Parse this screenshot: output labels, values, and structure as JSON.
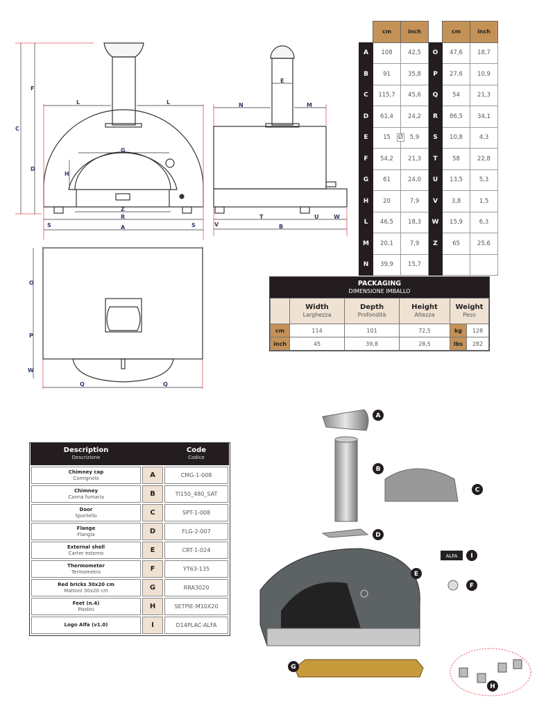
{
  "drawing_labels": {
    "front": [
      "F",
      "C",
      "D",
      "L",
      "L",
      "G",
      "H",
      "Z",
      "R",
      "S",
      "S",
      "A"
    ],
    "side": [
      "E",
      "N",
      "M",
      "T",
      "U",
      "W",
      "V",
      "B"
    ],
    "top": [
      "O",
      "P",
      "W",
      "Q",
      "Q"
    ]
  },
  "dimensions": {
    "headers": [
      "cm",
      "inch",
      "cm",
      "inch"
    ],
    "left": [
      [
        "A",
        "108",
        "42,5"
      ],
      [
        "B",
        "91",
        "35,8"
      ],
      [
        "C",
        "115,7",
        "45,6"
      ],
      [
        "D",
        "61,4",
        "24,2"
      ],
      [
        "E",
        "15",
        "5,9"
      ],
      [
        "F",
        "54,2",
        "21,3"
      ],
      [
        "G",
        "61",
        "24,0"
      ],
      [
        "H",
        "20",
        "7,9"
      ],
      [
        "L",
        "46,5",
        "18,3"
      ],
      [
        "M",
        "20,1",
        "7,9"
      ],
      [
        "N",
        "39,9",
        "15,7"
      ]
    ],
    "right": [
      [
        "O",
        "47,6",
        "18,7"
      ],
      [
        "P",
        "27,6",
        "10,9"
      ],
      [
        "Q",
        "54",
        "21,3"
      ],
      [
        "R",
        "86,5",
        "34,1"
      ],
      [
        "S",
        "10,8",
        "4,3"
      ],
      [
        "T",
        "58",
        "22,8"
      ],
      [
        "U",
        "13,5",
        "5,3"
      ],
      [
        "V",
        "3,8",
        "1,5"
      ],
      [
        "W",
        "15,9",
        "6,3"
      ],
      [
        "Z",
        "65",
        "25,6"
      ]
    ],
    "diameter_symbol": "Ø"
  },
  "packaging": {
    "title": "PACKAGING",
    "subtitle": "DIMENSIONE IMBALLO",
    "columns": [
      {
        "en": "Width",
        "it": "Larghezza"
      },
      {
        "en": "Depth",
        "it": "Profondità"
      },
      {
        "en": "Height",
        "it": "Altezza"
      },
      {
        "en": "Weight",
        "it": "Peso"
      }
    ],
    "rows": [
      {
        "unit": "cm",
        "values": [
          "114",
          "101",
          "72,5"
        ],
        "wunit": "kg",
        "weight": "128"
      },
      {
        "unit": "inch",
        "values": [
          "45",
          "39,8",
          "28,5"
        ],
        "wunit": "lbs",
        "weight": "282"
      }
    ]
  },
  "parts": {
    "header": {
      "desc": "Description",
      "desc_it": "Descrizione",
      "code": "Code",
      "code_it": "Codice"
    },
    "items": [
      {
        "en": "Chimney cap",
        "it": "Comignolo",
        "letter": "A",
        "code": "CMG-1-008"
      },
      {
        "en": "Chimney",
        "it": "Canna fumaria",
        "letter": "B",
        "code": "TI150_480_SAT"
      },
      {
        "en": "Door",
        "it": "Sportello",
        "letter": "C",
        "code": "SPT-1-008"
      },
      {
        "en": "Flange",
        "it": "Flangia",
        "letter": "D",
        "code": "FLG-2-007"
      },
      {
        "en": "External shell",
        "it": "Carter esterno",
        "letter": "E",
        "code": "CRT-1-024"
      },
      {
        "en": "Thermometer",
        "it": "Termometro",
        "letter": "F",
        "code": "YT63-135"
      },
      {
        "en": "Red bricks 30x20 cm",
        "it": "Mattoni 30x20 cm",
        "letter": "G",
        "code": "RRA3020"
      },
      {
        "en": "Feet (n.4)",
        "it": "Piedini",
        "letter": "H",
        "code": "SETPIE-M10X20"
      },
      {
        "en": "Logo Alfa (v1.0)",
        "it": "",
        "letter": "I",
        "code": "D14PLAC-ALFA"
      }
    ]
  },
  "exploded": {
    "callouts": [
      "A",
      "B",
      "C",
      "D",
      "E",
      "F",
      "G",
      "H",
      "I"
    ],
    "logo": "ALFA"
  },
  "colors": {
    "dark": "#231d1f",
    "accent": "#c49256",
    "light": "#efe2d2",
    "dim_line": "#e8505b"
  }
}
